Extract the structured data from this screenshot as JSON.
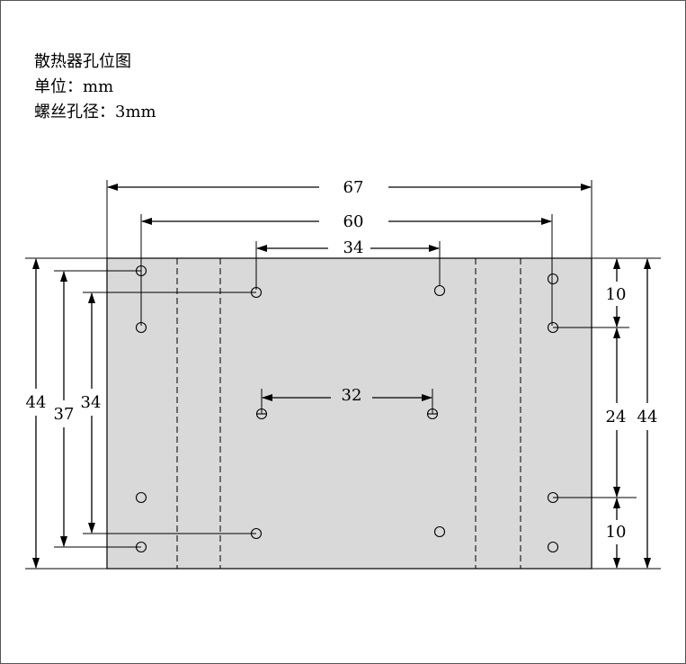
{
  "title": {
    "line1": "散热器孔位图",
    "line2": "单位：mm",
    "line3": "螺丝孔径：3mm"
  },
  "dimensions": {
    "top_67": "67",
    "top_60": "60",
    "top_34": "34",
    "middle_32": "32",
    "left_44": "44",
    "left_37": "37",
    "left_34": "34",
    "right_10_top": "10",
    "right_24": "24",
    "right_44": "44",
    "right_10_bottom": "10"
  },
  "colors": {
    "plate_fill": "#d9d9d9",
    "line": "#000000"
  }
}
